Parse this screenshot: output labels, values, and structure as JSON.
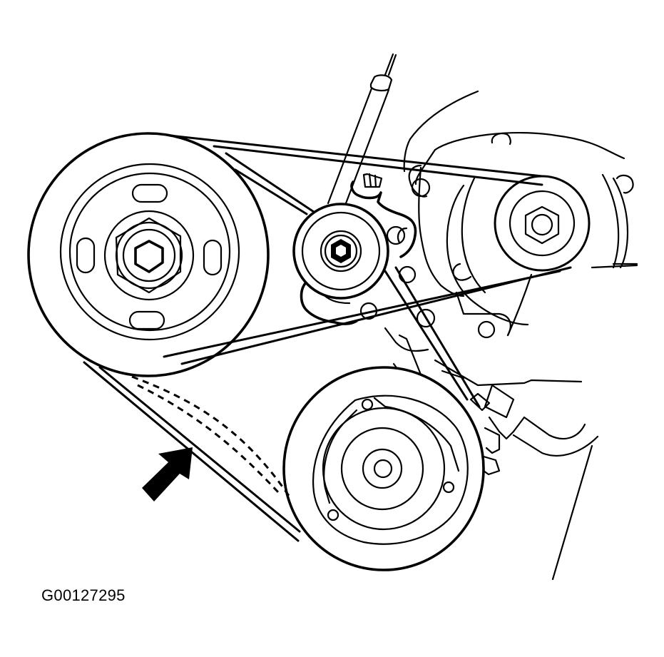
{
  "figure": {
    "id_label": "G00127295",
    "description": "Accessory drive belt routing diagram",
    "components": [
      {
        "name": "crankshaft-pulley",
        "label": ""
      },
      {
        "name": "belt-tensioner",
        "label": ""
      },
      {
        "name": "power-steering-or-alternator-pulley",
        "label": ""
      },
      {
        "name": "ac-compressor-pulley",
        "label": ""
      },
      {
        "name": "drive-belt",
        "label": ""
      },
      {
        "name": "indicator-arrow",
        "label": ""
      }
    ]
  }
}
